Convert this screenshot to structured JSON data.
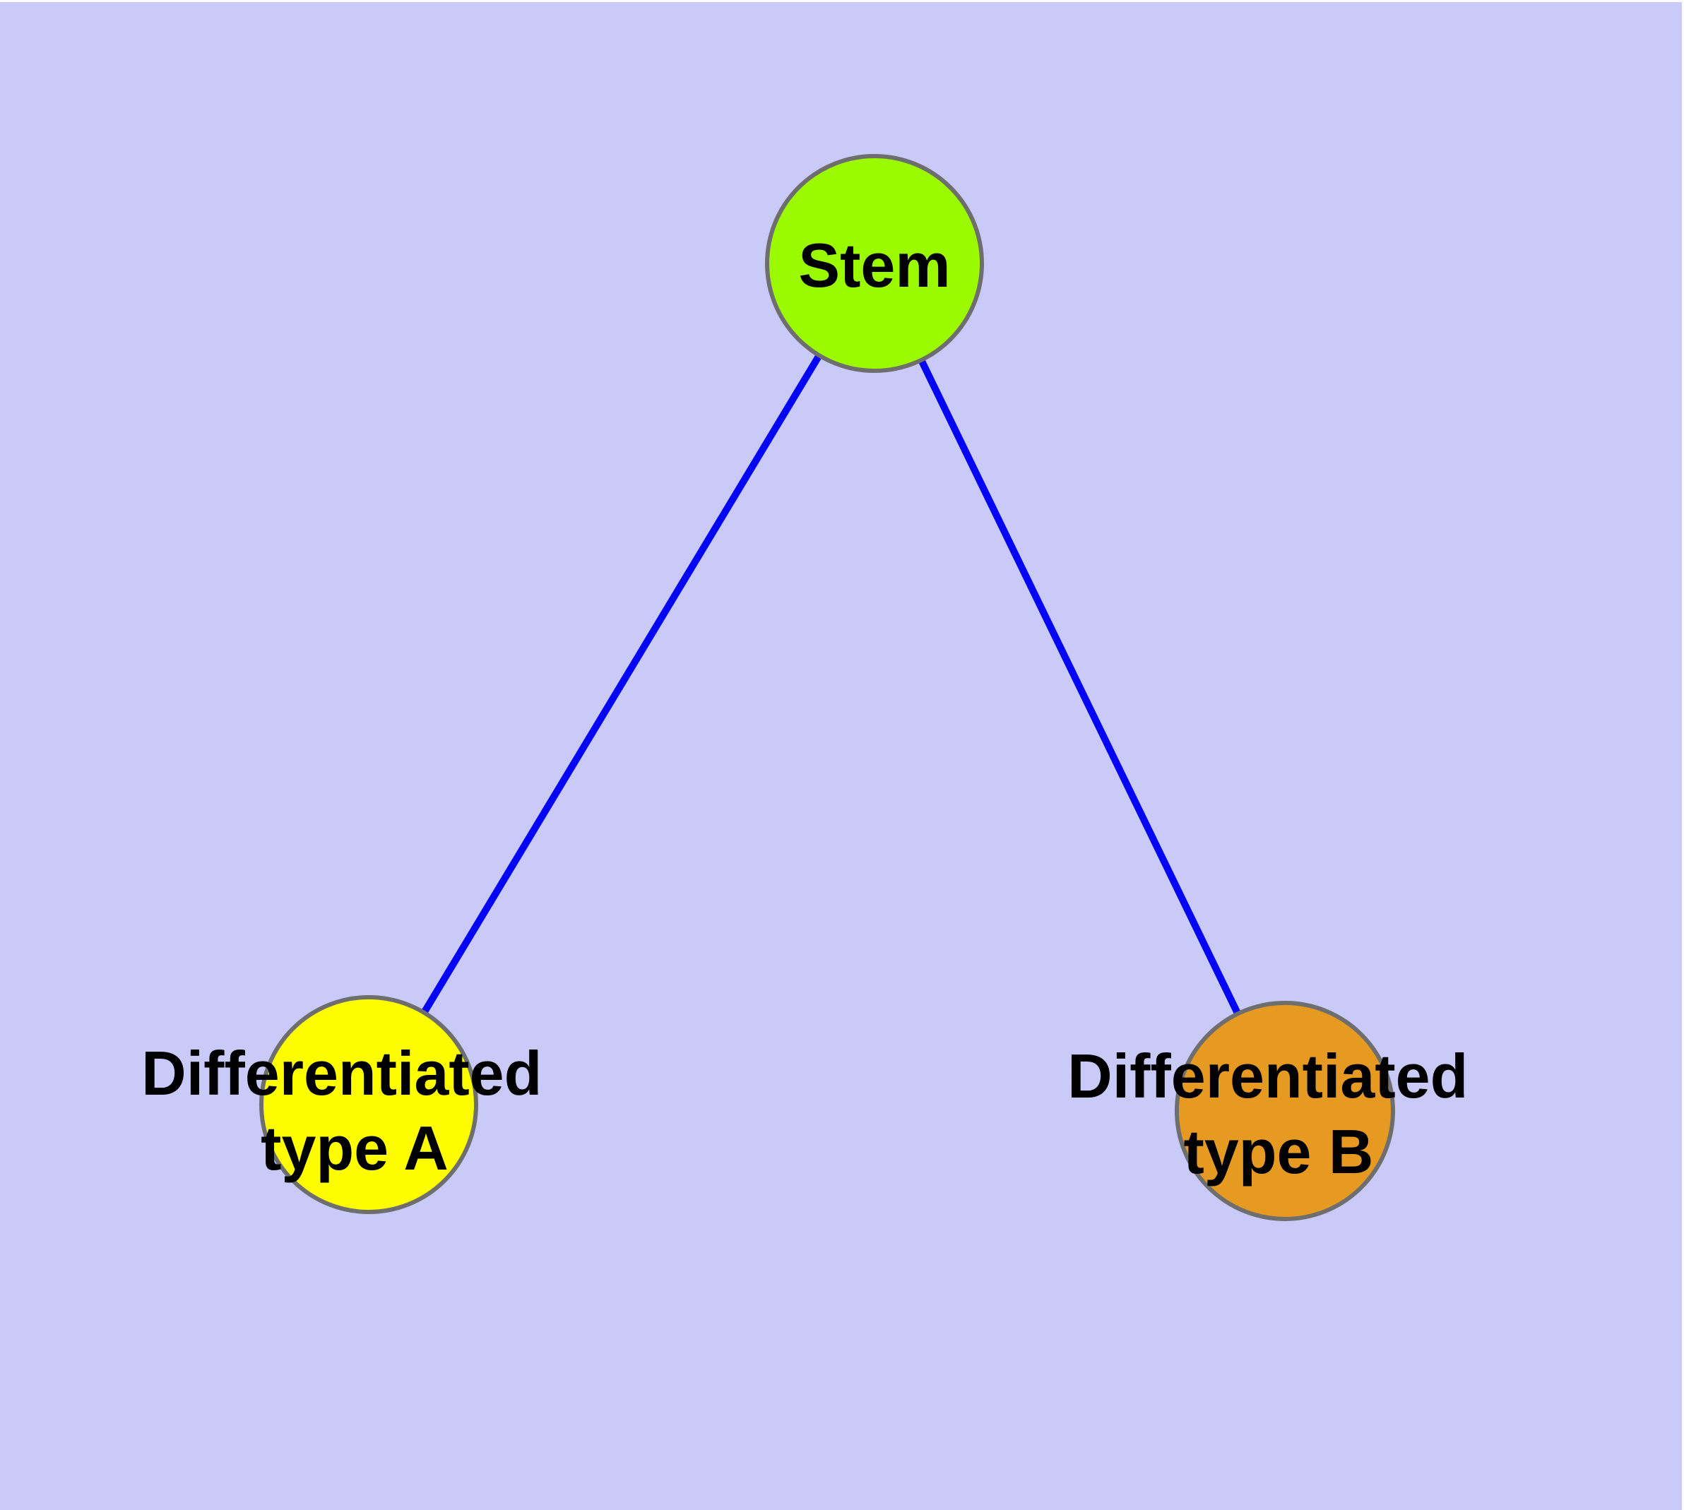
{
  "canvas": {
    "page_color": "#ffffff",
    "background_color": "#cacaf8"
  },
  "label_color": "#000000",
  "node_border_color": "#6e6e6e",
  "nodes": {
    "stem": {
      "label": "Stem",
      "fill_color": "#9bf900"
    },
    "type_a": {
      "label_line1": "Differentiated",
      "label_line2": "type A",
      "fill_color": "#fdfd00"
    },
    "type_b": {
      "label_line1": "Differentiated",
      "label_line2": "type B",
      "fill_color": "#e69a22"
    }
  },
  "edges": {
    "color": "#0404f6",
    "list": [
      {
        "from": "Stem",
        "to": "Differentiated type A"
      },
      {
        "from": "Stem",
        "to": "Differentiated type B"
      }
    ]
  }
}
